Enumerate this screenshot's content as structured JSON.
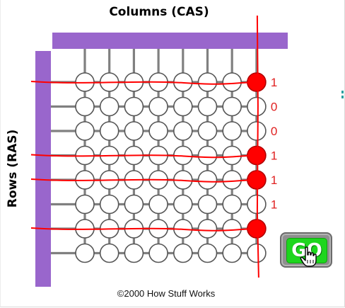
{
  "labels": {
    "columns_title": "Columns (CAS)",
    "rows_title": "Rows (RAS)",
    "copyright": "©2000 How Stuff Works"
  },
  "go_button": {
    "label": "GO"
  },
  "colors": {
    "bar": "#9966cc",
    "grid_line": "#808080",
    "cell_empty": "#ffffff",
    "cell_stroke": "#555555",
    "charged": "#ff0000",
    "go_green": "#1ed61e"
  },
  "grid": {
    "rows": 8,
    "columns": 8,
    "active_column": 8,
    "row_bits": [
      {
        "row": 1,
        "bit": "1",
        "charged": true,
        "signal": true
      },
      {
        "row": 2,
        "bit": "0",
        "charged": false,
        "signal": false
      },
      {
        "row": 3,
        "bit": "0",
        "charged": false,
        "signal": false
      },
      {
        "row": 4,
        "bit": "1",
        "charged": true,
        "signal": true
      },
      {
        "row": 5,
        "bit": "1",
        "charged": true,
        "signal": true
      },
      {
        "row": 6,
        "bit": "1",
        "charged": false,
        "signal": false
      },
      {
        "row": 7,
        "bit": "",
        "charged": true,
        "signal": true
      },
      {
        "row": 8,
        "bit": "",
        "charged": false,
        "signal": false
      }
    ]
  },
  "icons": {
    "cursor": "hand-pointer-icon",
    "edge": "edge-tick-icon"
  }
}
